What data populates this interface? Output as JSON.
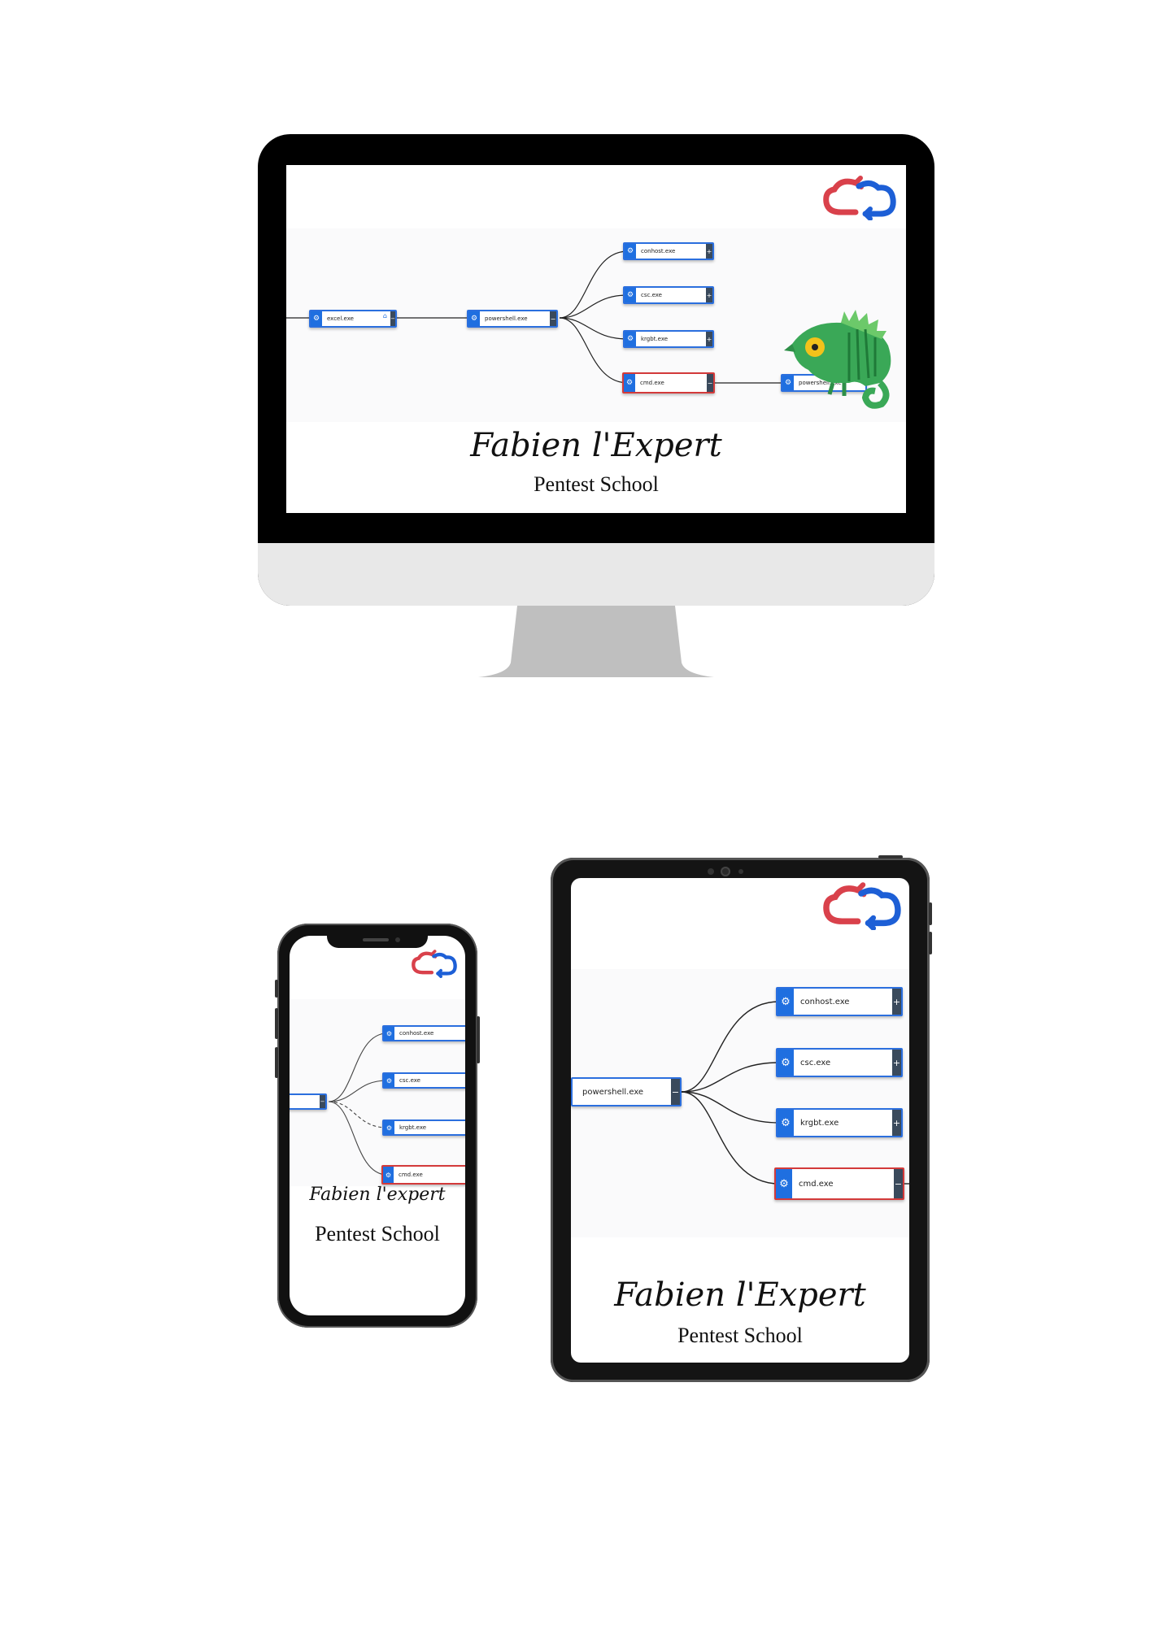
{
  "brand": {
    "logo": "cloud-sync-logo-icon",
    "logo_colors": [
      "#d9414b",
      "#1d5fd6"
    ]
  },
  "mascot": "chameleon-mascot-icon",
  "signature": "Fabien l'Expert",
  "phone_signature": "Fabien l'expert",
  "school": "Pentest School",
  "process_tree": {
    "root": "excel.exe",
    "parent": "powershell.exe",
    "children": [
      "conhost.exe",
      "csc.exe",
      "krgbt.exe",
      "cmd.exe"
    ],
    "highlighted_child": "cmd.exe",
    "spawned": "powershell.exe",
    "expand_symbol": "+",
    "collapse_symbol": "−",
    "highlight_color": "#d33a3a",
    "node_color": "#1f6fe0"
  }
}
